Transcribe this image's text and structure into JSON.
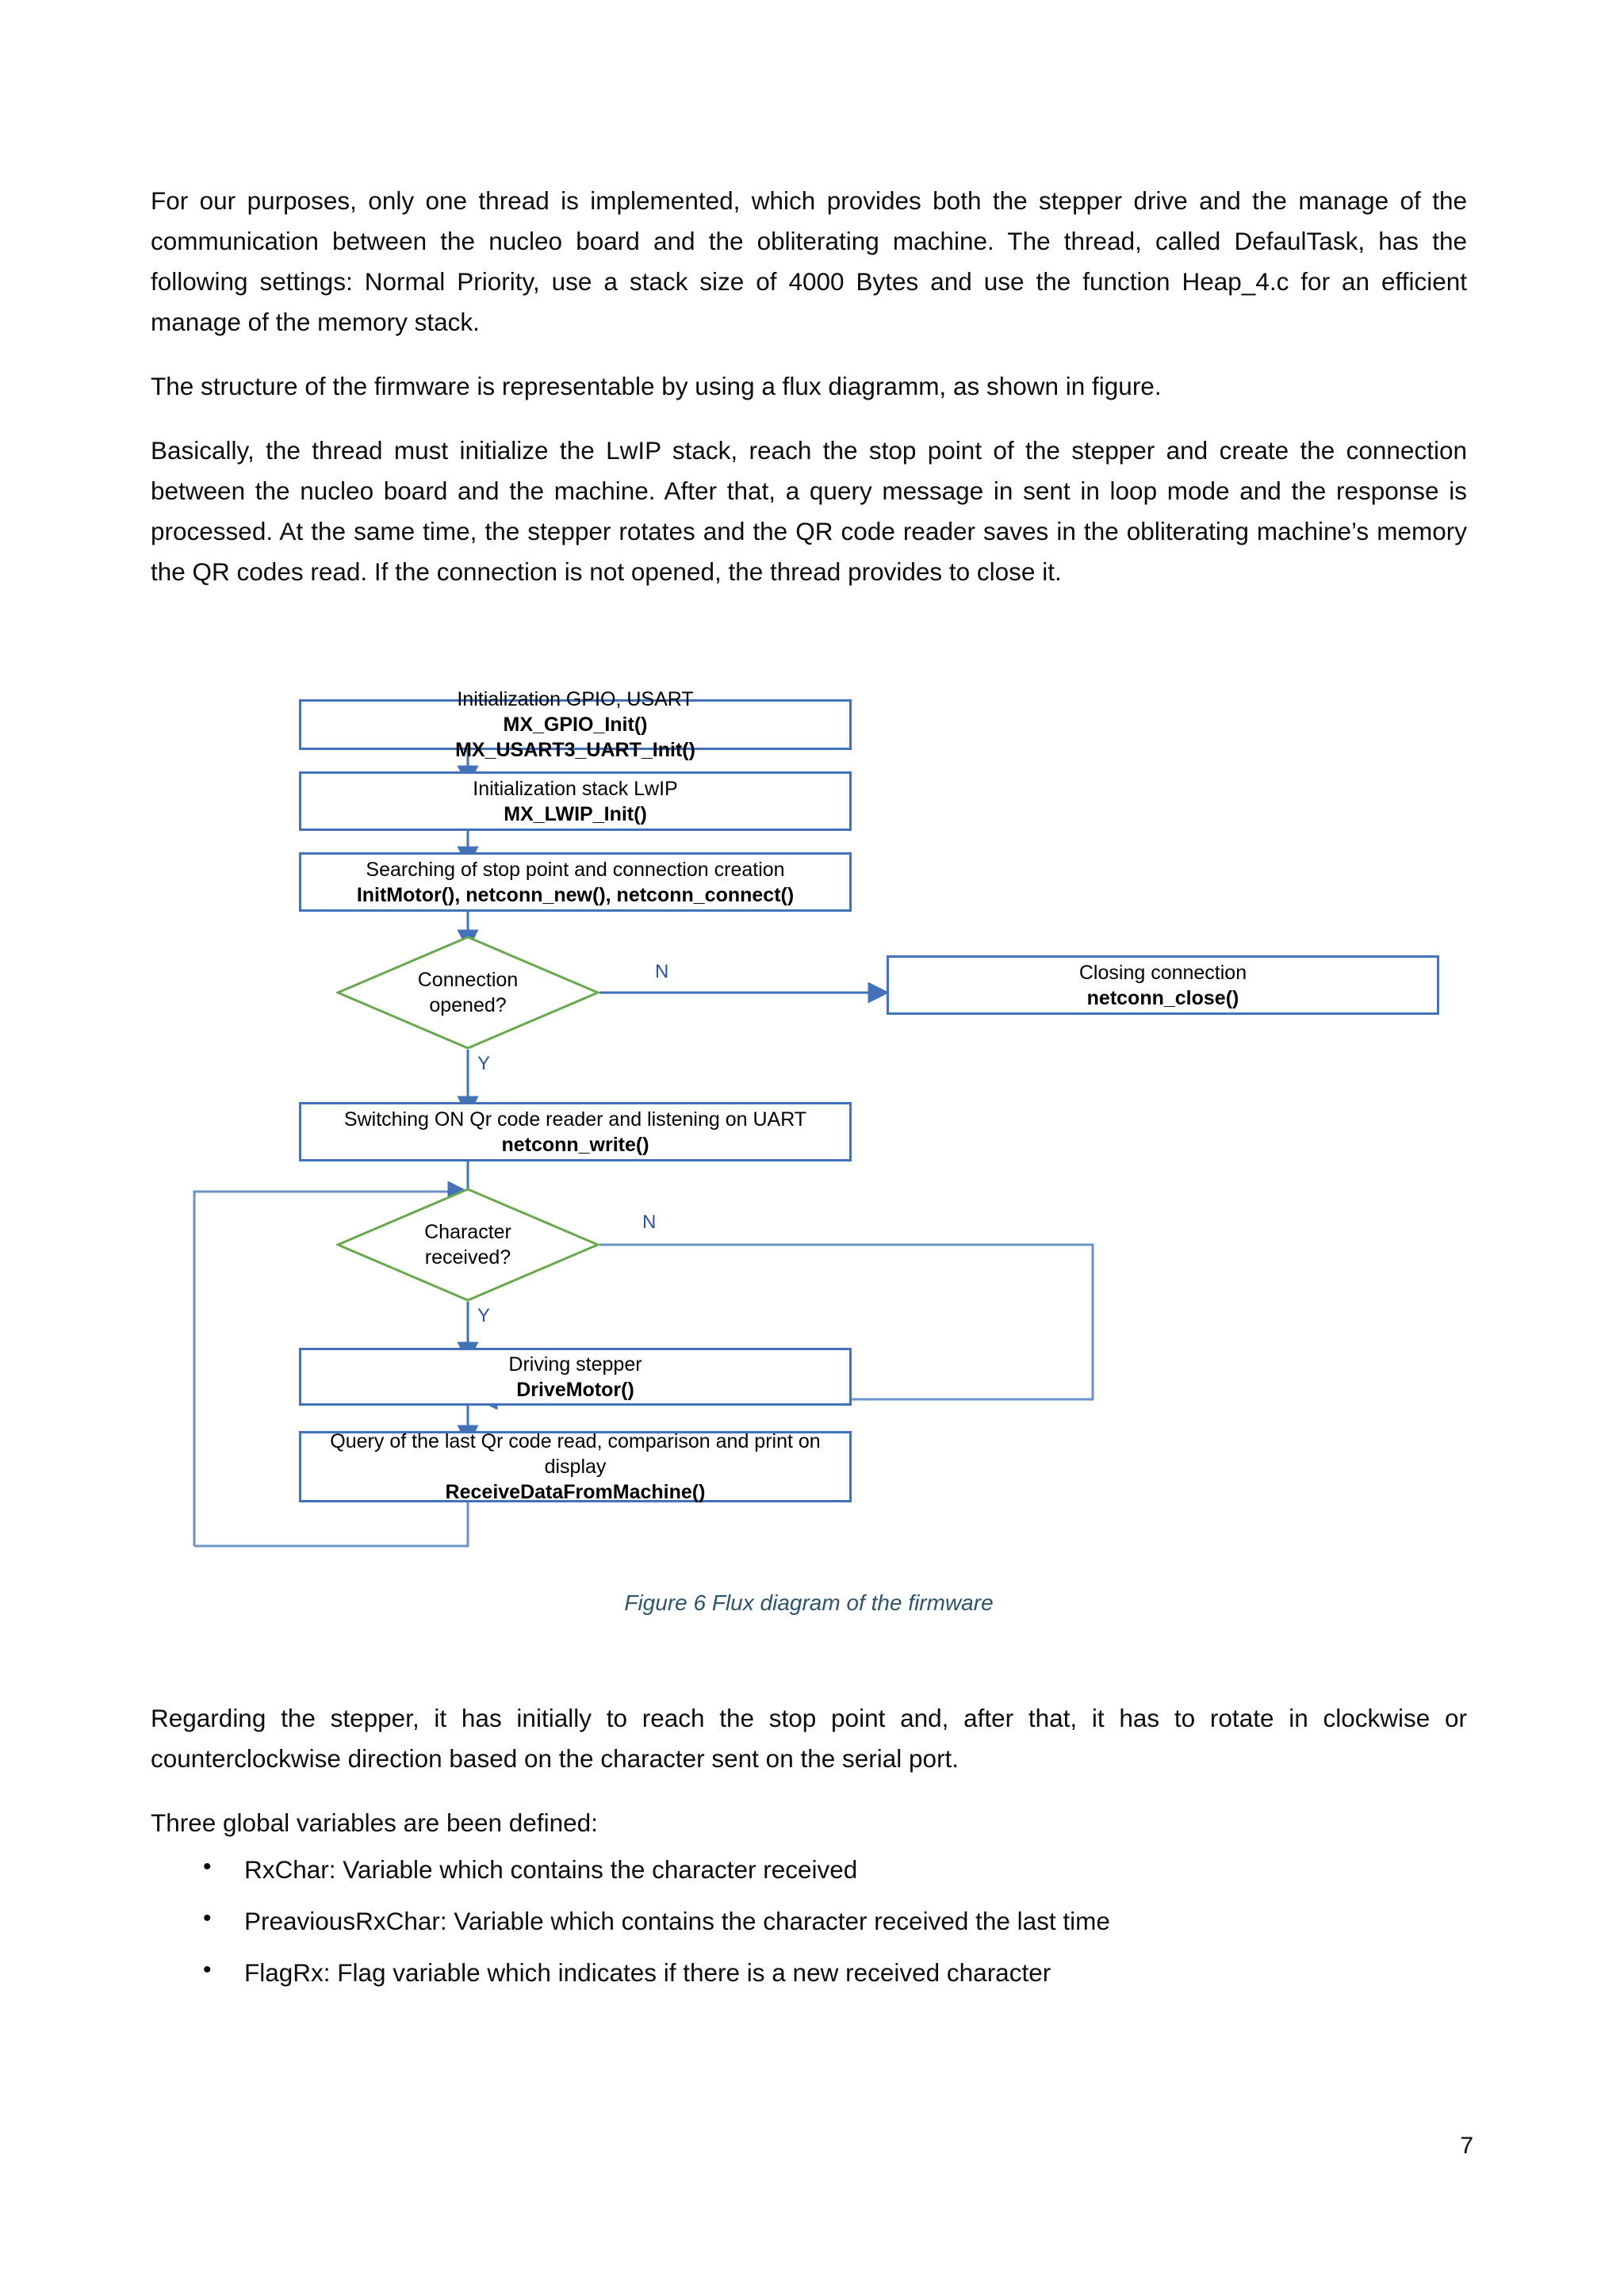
{
  "document": {
    "page_number": "7",
    "paragraphs": [
      "For our purposes, only one thread is implemented, which provides both the stepper drive and the manage of the communication between the nucleo board and the obliterating machine. The thread, called DefaulTask, has the following settings: Normal Priority, use a stack size of 4000 Bytes and use the function Heap_4.c for an efficient manage of the memory stack.",
      "The structure of the firmware is representable by using a flux diagramm, as shown in figure.",
      "Basically, the thread must initialize the LwIP stack, reach the stop point of the stepper and create the connection between the nucleo board and the machine. After that, a query message in sent in loop mode and the response is processed. At the same time, the stepper rotates and the QR code reader saves in the obliterating machine’s memory the QR codes read.  If the connection is not opened, the thread provides to close it."
    ],
    "caption": "Figure 6 Flux diagram of the firmware",
    "paragraphs_after": [
      "Regarding the stepper, it has initially to reach the stop point and, after that, it has to rotate in clockwise or counterclockwise direction based on the character sent on the serial port.",
      "Three global variables are been defined:"
    ],
    "variables": [
      "RxChar: Variable which contains the character received",
      "PreaviousRxChar: Variable which contains the character received the last time",
      "FlagRx: Flag variable which indicates if there is a new received character"
    ]
  },
  "flowchart": {
    "colors": {
      "box_border": "#4472b8",
      "diamond_border": "#6aa84f",
      "arrow": "#4472b8",
      "branch_label": "#2e5496"
    },
    "nodes": [
      {
        "id": "init-gpio",
        "line1": "Initialization GPIO, USART",
        "line2": "MX_GPIO_Init()",
        "line3": "MX_USART3_UART_Init()"
      },
      {
        "id": "init-lwip",
        "line1": "Initialization stack LwIP",
        "line2": "MX_LWIP_Init()"
      },
      {
        "id": "search-stop",
        "line1": "Searching of stop point and connection creation",
        "line2": "InitMotor(), netconn_new(), netconn_connect()"
      },
      {
        "id": "close-conn",
        "line1": "Closing connection",
        "line2": "netconn_close()"
      },
      {
        "id": "switch-qr",
        "line1": "Switching ON Qr code reader and listening on UART",
        "line2": "netconn_write()"
      },
      {
        "id": "drive-stepper",
        "line1": "Driving stepper",
        "line2": "DriveMotor()"
      },
      {
        "id": "query-qr",
        "line1": "Query of the last Qr code read, comparison and print on display",
        "line2": "ReceiveDataFromMachine()"
      }
    ],
    "decisions": [
      {
        "id": "connection-opened",
        "line1": "Connection",
        "line2": "opened?",
        "no_label": "N",
        "yes_label": "Y"
      },
      {
        "id": "character-received",
        "line1": "Character",
        "line2": "received?",
        "no_label": "N",
        "yes_label": "Y"
      }
    ]
  }
}
